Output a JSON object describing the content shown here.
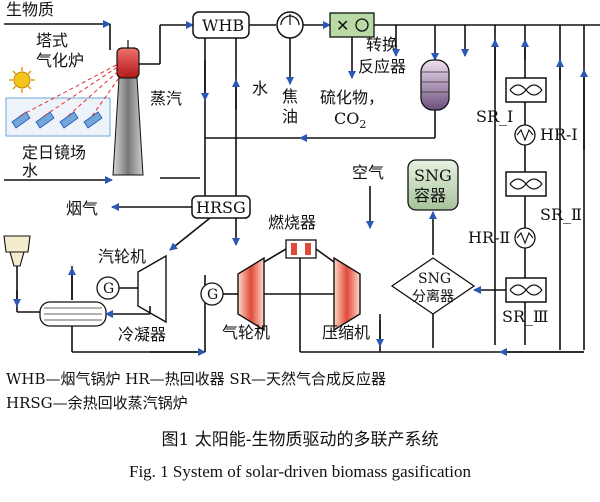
{
  "labels": {
    "biomass": "生物质",
    "tower_gasifier_1": "塔式",
    "tower_gasifier_2": "气化炉",
    "heliostat_field": "定日镜场",
    "water_in": "水",
    "whb": "WHB",
    "converter_1": "转换",
    "converter_2": "反应器",
    "steam": "蒸汽",
    "water": "水",
    "tar_1": "焦",
    "tar_2": "油",
    "sulfide_1": "硫化物，",
    "sulfide_2": "CO",
    "sulfide_2_sub": "2",
    "sr_1": "SR_Ⅰ",
    "hr_1": "HR-Ⅰ",
    "sr_2": "SR_Ⅱ",
    "hr_2": "HR-Ⅱ",
    "sr_3": "SR_Ⅲ",
    "air": "空气",
    "sng_tank_1": "SNG",
    "sng_tank_2": "容器",
    "flue_gas": "烟气",
    "hrsg": "HRSG",
    "steam_turbine": "汽轮机",
    "burner": "燃烧器",
    "sng_sep_1": "SNG",
    "sng_sep_2": "分离器",
    "generator_1": "G",
    "generator_2": "G",
    "condenser": "冷凝器",
    "gas_turbine": "气轮机",
    "compressor": "压缩机"
  },
  "legend": {
    "line1": "WHB—烟气锅炉   HR—热回收器   SR—天然气合成反应器",
    "line2": "HRSG—余热回收蒸汽锅炉"
  },
  "caption": {
    "cn": "图1   太阳能-生物质驱动的多联产系统",
    "en": "Fig. 1    System of solar-driven biomass gasification"
  },
  "colors": {
    "flow_arrow": "#2b57b8",
    "gasifier_red": "#d93030",
    "converter_purple": "#7a5a8a",
    "sng_tank_green": "#c9dcc3",
    "whb_mixer_green": "#b9d9a5",
    "turbine_red": "#e04a3a",
    "mirror_blue": "#6fa7d8",
    "sun_yellow": "#f2c51a"
  }
}
